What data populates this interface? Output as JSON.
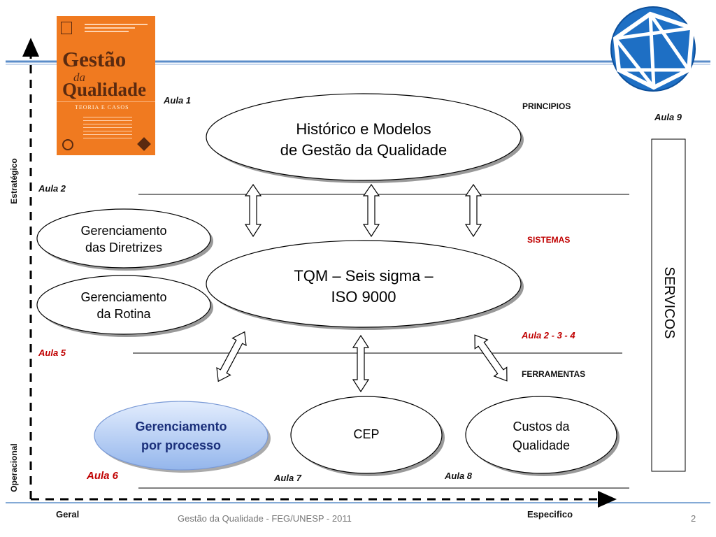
{
  "book": {
    "title_line1": "Gestão",
    "title_line2": "da",
    "title_line3": "Qualidade",
    "subtitle": "TEORIA E CASOS"
  },
  "labels": {
    "aula1": "Aula 1",
    "aula2": "Aula 2",
    "aula5": "Aula 5",
    "aula6": "Aula 6",
    "aula7": "Aula 7",
    "aula8": "Aula 8",
    "aula9": "Aula 9",
    "aula234": "Aula 2 - 3 - 4",
    "principios": "PRINCIPIOS",
    "sistemas": "SISTEMAS",
    "ferramentas": "FERRAMENTAS",
    "servicos": "SERVICOS"
  },
  "ellipses": {
    "historico_line1": "Histórico e Modelos",
    "historico_line2": "de Gestão da Qualidade",
    "diretrizes_line1": "Gerenciamento",
    "diretrizes_line2": "das Diretrizes",
    "rotina_line1": "Gerenciamento",
    "rotina_line2": "da Rotina",
    "tqm_line1": "TQM – Seis sigma –",
    "tqm_line2": "ISO 9000",
    "processo_line1": "Gerenciamento",
    "processo_line2": "por processo",
    "cep": "CEP",
    "custos_line1": "Custos da",
    "custos_line2": "Qualidade"
  },
  "axes": {
    "y_top": "Estratégico",
    "y_bottom": "Operacional",
    "x_left": "Geral",
    "x_right": "Especifico"
  },
  "footer": {
    "text": "Gestão da Qualidade - FEG/UNESP - 2011",
    "page": "2"
  },
  "colors": {
    "header_line": "#5b8dc9",
    "accent_red": "#c00000",
    "processo_fill": "#b3ccf5",
    "processo_text": "#1a2f7a",
    "book_orange": "#f07a20"
  }
}
